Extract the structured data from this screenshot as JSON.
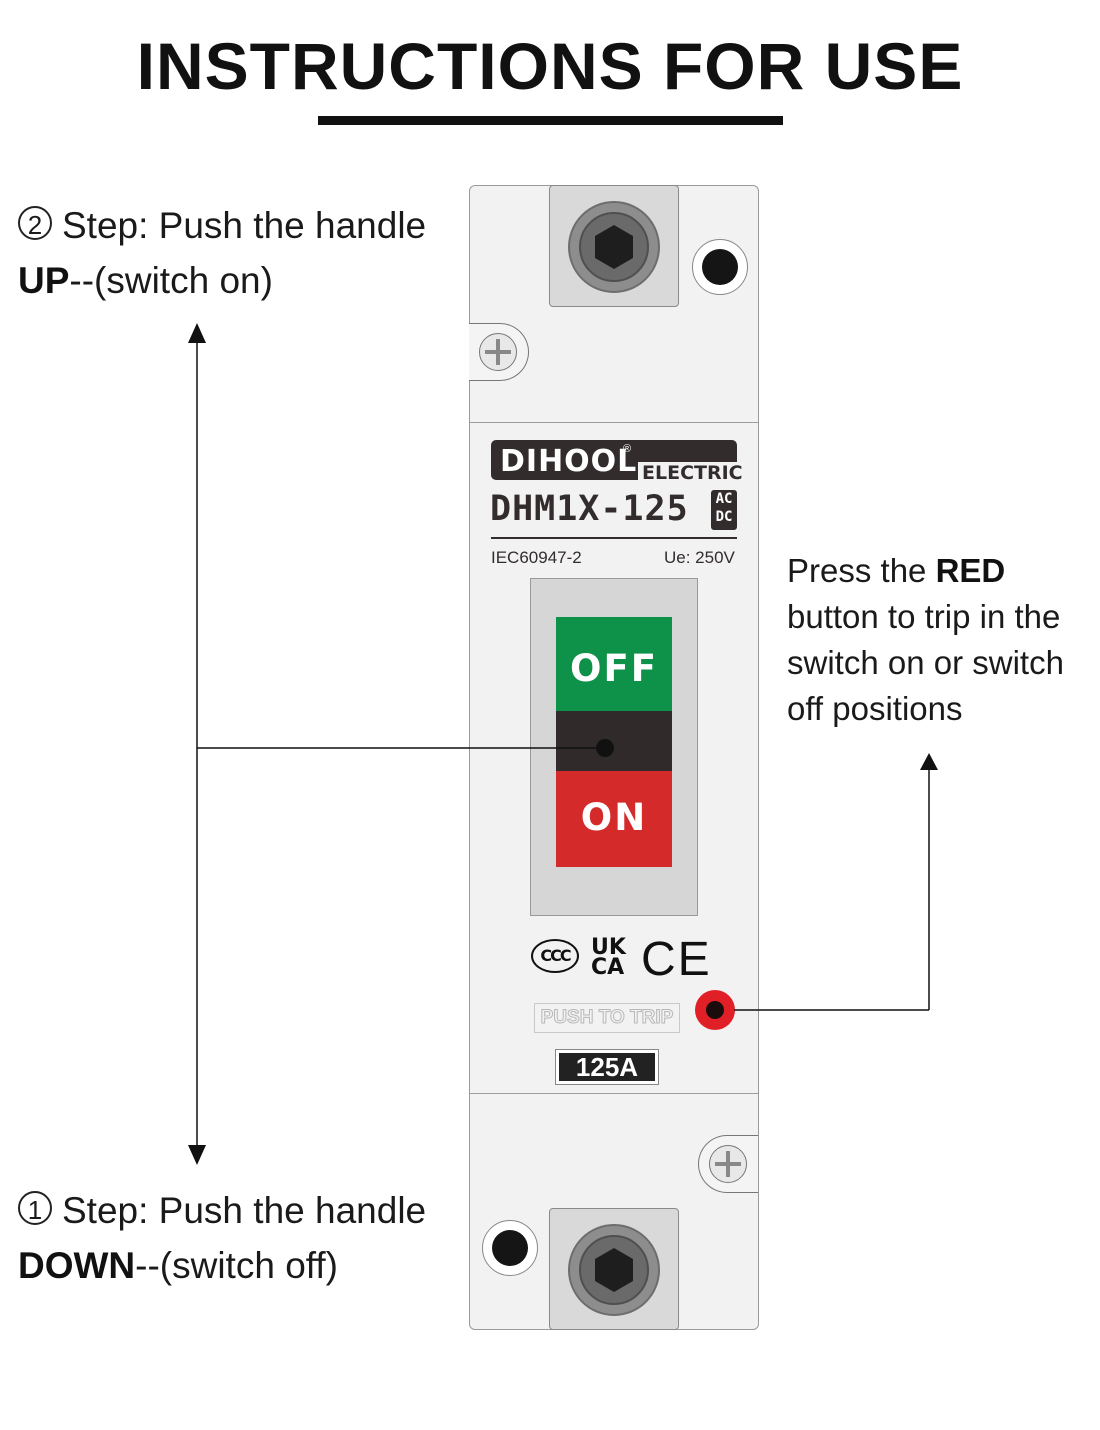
{
  "header": {
    "title": "INSTRUCTIONS FOR USE"
  },
  "steps": {
    "up": {
      "number": "2",
      "text": "Step: Push the handle",
      "keyword": "UP",
      "suffix": "--(switch on)"
    },
    "down": {
      "number": "1",
      "text": "Step: Push the handle",
      "keyword": "DOWN",
      "suffix": "--(switch off)"
    }
  },
  "trip_note": {
    "prefix": "Press the ",
    "keyword": "RED",
    "line2": "button to trip in the",
    "line3": "switch on or switch",
    "line4": "off positions"
  },
  "breaker": {
    "brand": "DIHOOL",
    "registered": "®",
    "brand_sub": "ELECTRIC",
    "model": "DHM1X-125",
    "current_type_top": "AC",
    "current_type_bottom": "DC",
    "standard": "IEC60947-2",
    "voltage": "Ue: 250V",
    "handle_off": "OFF",
    "handle_on": "ON",
    "cert_ccc": "CCC",
    "cert_ukca_top": "UK",
    "cert_ukca_bottom": "CA",
    "cert_ce": "CE",
    "push_to_trip": "PUSH TO TRIP",
    "rating": "125A"
  },
  "colors": {
    "off_green": "#0e9148",
    "on_red": "#d52a2a",
    "trip_button_red": "#e01f26",
    "brand_dark": "#332c2d"
  }
}
